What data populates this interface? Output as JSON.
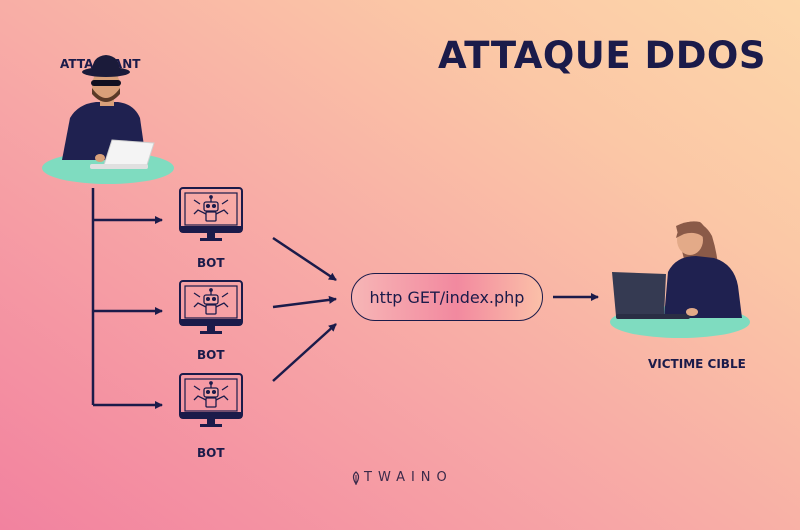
{
  "title": "ATTAQUE DDOS",
  "nodes": {
    "attacker": {
      "label": "ATTAQUANT"
    },
    "bots": [
      {
        "label": "BOT"
      },
      {
        "label": "BOT"
      },
      {
        "label": "BOT"
      }
    ],
    "request": {
      "label": "http GET/index.php"
    },
    "victim": {
      "label": "VICTIME CIBLE"
    }
  },
  "brand": {
    "name": "TWAINO",
    "icon": "leaf-logo-icon"
  },
  "colors": {
    "navy": "#1b1b4a",
    "platform": "#7fdcc0",
    "gradient_pink": "#f2829f",
    "gradient_peach": "#fdd7aa"
  }
}
